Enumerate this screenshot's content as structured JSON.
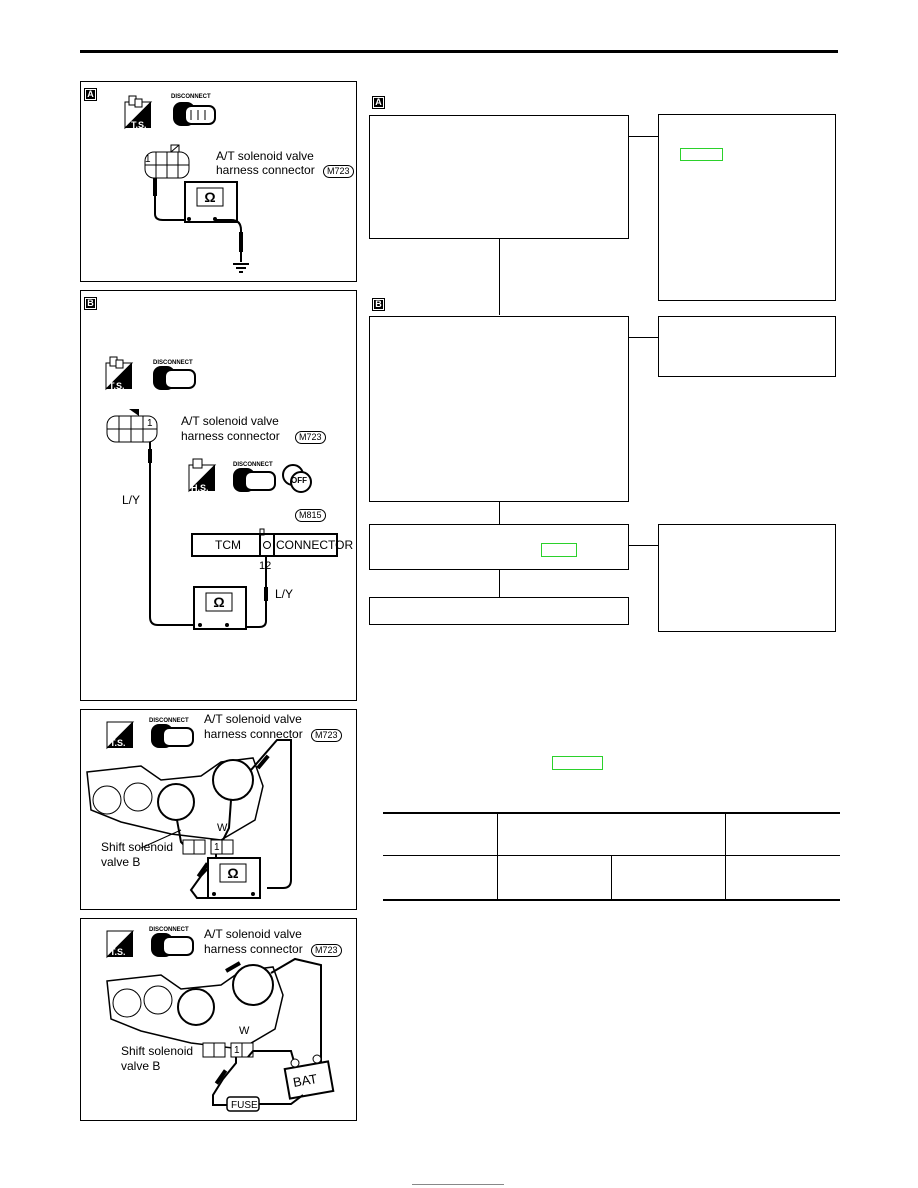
{
  "page": {
    "badges": {
      "a": "A",
      "b": "B"
    }
  },
  "diagram_a": {
    "badge": "A",
    "connector_label_1": "A/T solenoid valve",
    "connector_label_2": "harness connector",
    "connector_code": "M723",
    "pin": "1",
    "icons": [
      "test-switch-icon",
      "disconnect-icon",
      "ohmmeter-icon",
      "ground-icon"
    ],
    "ts_text": "T.S.",
    "disconnect_text": "DISCONNECT",
    "ohm_symbol": "Ω"
  },
  "diagram_b": {
    "badge": "B",
    "connector_label_1": "A/T solenoid valve",
    "connector_label_2": "harness connector",
    "connector_code": "M723",
    "tcm_code": "M815",
    "pin": "1",
    "wire_left": "L/Y",
    "wire_right": "L/Y",
    "tcm_label": "TCM",
    "tcm_connector": "CONNECTOR",
    "tcm_pin": "12",
    "ts_text": "T.S.",
    "hs_text": "H.S.",
    "off_text": "OFF",
    "disconnect_text": "DISCONNECT",
    "ohm_symbol": "Ω"
  },
  "diagram_c": {
    "connector_label_1": "A/T solenoid valve",
    "connector_label_2": "harness connector",
    "connector_code": "M723",
    "valve_label_1": "Shift solenoid",
    "valve_label_2": "valve B",
    "wire_color": "W",
    "pin": "1",
    "ts_text": "T.S.",
    "disconnect_text": "DISCONNECT",
    "ohm_symbol": "Ω"
  },
  "diagram_d": {
    "connector_label_1": "A/T solenoid valve",
    "connector_label_2": "harness connector",
    "connector_code": "M723",
    "valve_label_1": "Shift solenoid",
    "valve_label_2": "valve B",
    "wire_color": "W",
    "pin": "1",
    "fuse_label": "FUSE",
    "battery_label": "BAT",
    "ts_text": "T.S.",
    "disconnect_text": "DISCONNECT"
  },
  "flowchart": {
    "badge_a": "A",
    "badge_b": "B"
  },
  "colors": {
    "highlight": "#2bd12b",
    "ink": "#000000"
  }
}
